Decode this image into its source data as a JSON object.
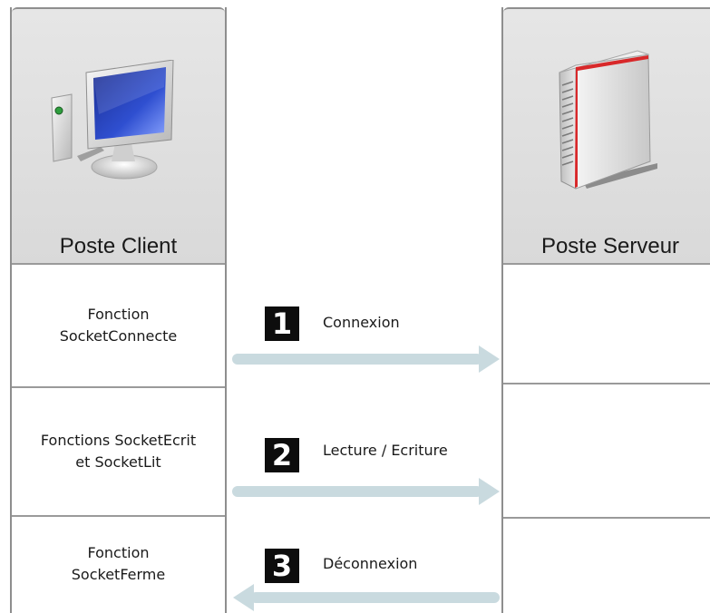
{
  "client": {
    "title": "Poste Client",
    "icon": "desktop-computer-icon",
    "functions": [
      "Fonction\nSocketConnecte",
      "Fonctions SocketEcrit\net SocketLit",
      "Fonction\nSocketFerme"
    ]
  },
  "server": {
    "title": "Poste Serveur",
    "icon": "server-tower-icon"
  },
  "steps": [
    {
      "number": "1",
      "label": "Connexion",
      "direction": "client-to-server"
    },
    {
      "number": "2",
      "label": "Lecture / Ecriture",
      "direction": "client-to-server"
    },
    {
      "number": "3",
      "label": "Déconnexion",
      "direction": "server-to-client"
    }
  ],
  "colors": {
    "arrow": "#c9dadf",
    "badge": "#0d0d0d",
    "header": "#dcdcdc",
    "border": "#8e8e8e"
  }
}
